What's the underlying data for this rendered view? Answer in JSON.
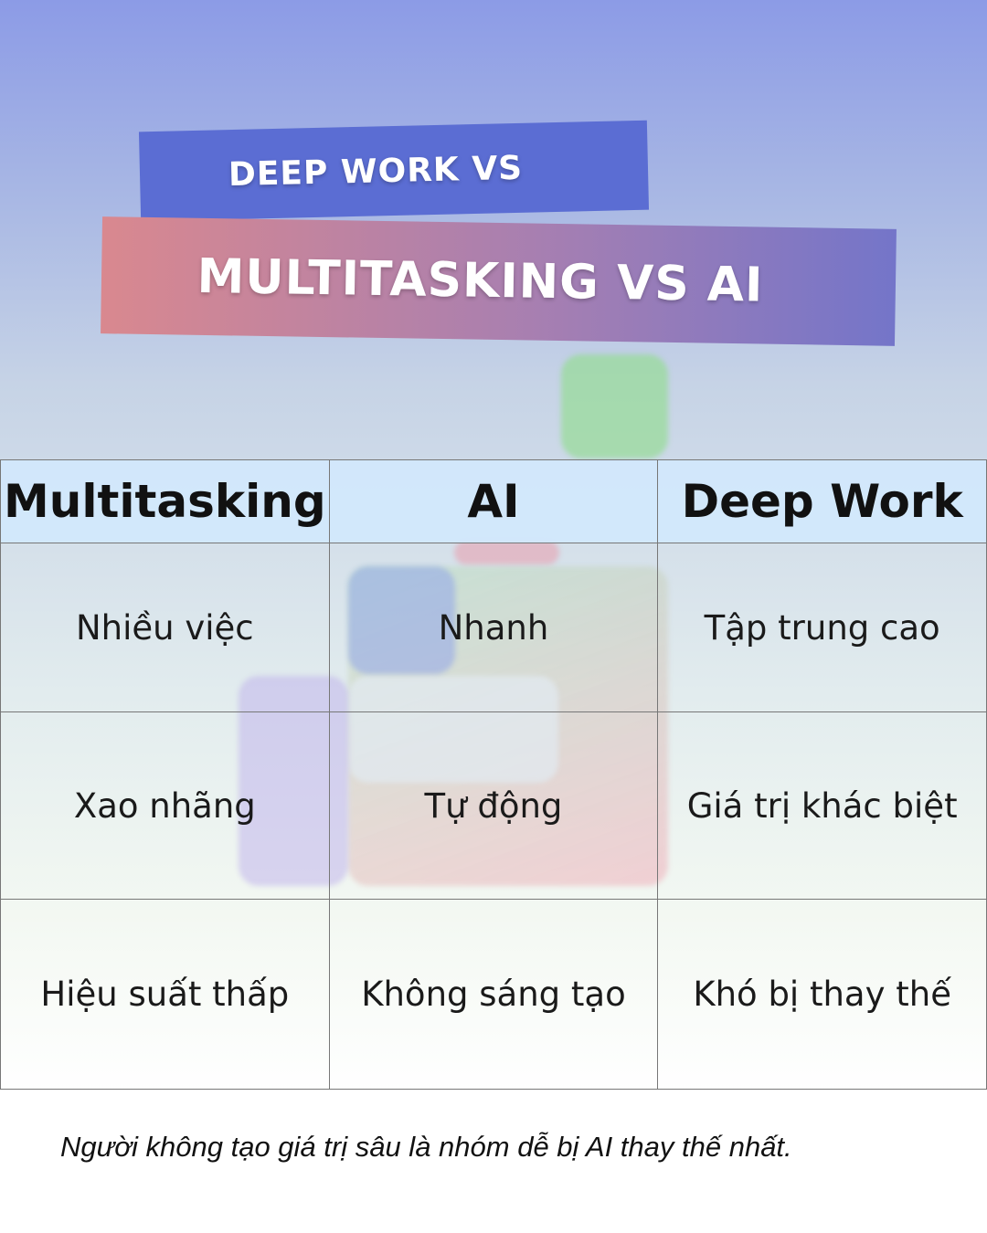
{
  "title": {
    "line1": "DEEP WORK VS",
    "line2": "MULTITASKING VS AI"
  },
  "table": {
    "headers": [
      "Multitasking",
      "AI",
      "Deep Work"
    ],
    "rows": [
      [
        "Nhiều việc",
        "Nhanh",
        "Tập trung cao"
      ],
      [
        "Xao nhãng",
        "Tự động",
        "Giá trị khác biệt"
      ],
      [
        "Hiệu suất thấp",
        "Không sáng tạo",
        "Khó bị thay thế"
      ]
    ]
  },
  "footer_note": "Người không tạo giá trị sâu là nhóm dễ bị AI thay thế nhất.",
  "colors": {
    "band_top": "#5b6dd3",
    "band_main_start": "#d9888f",
    "band_main_end": "#7475c9",
    "header_bg": "#d2e8fc"
  }
}
